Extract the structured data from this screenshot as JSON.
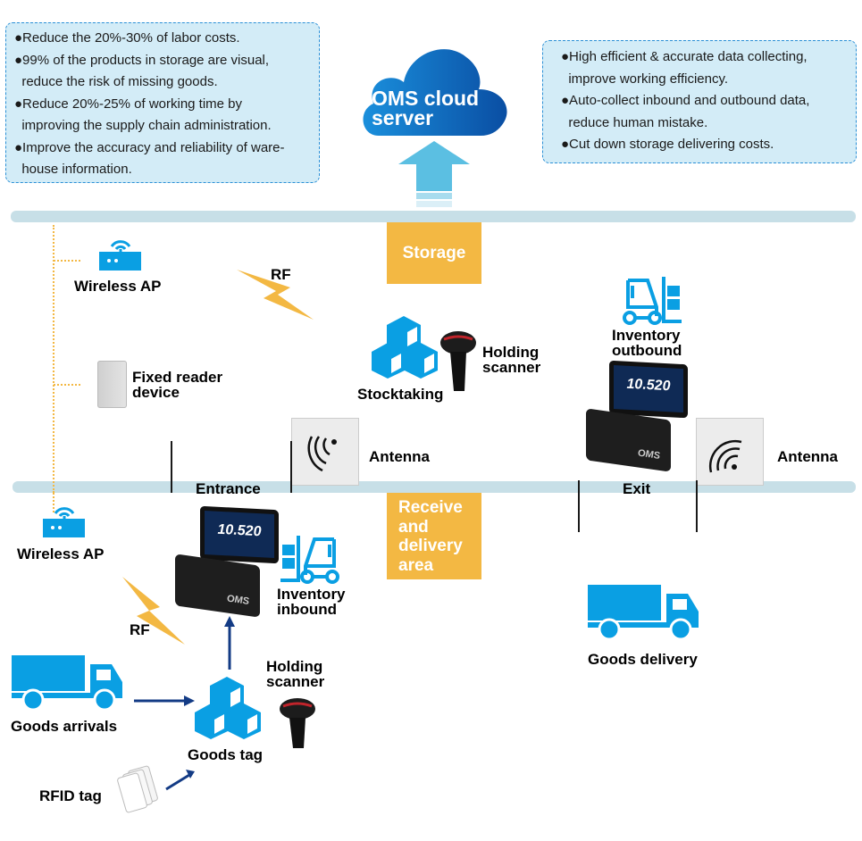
{
  "left_note": {
    "items": [
      "●Reduce the 20%-30% of labor costs.",
      "●99% of the products in storage are visual,",
      "  reduce the risk of missing goods.",
      "●Reduce 20%-25% of working time by",
      "  improving the supply chain administration.",
      "●Improve the accuracy and reliability of ware-",
      "  house information."
    ]
  },
  "right_note": {
    "items": [
      "●High efficient & accurate data collecting,",
      "  improve working efficiency.",
      "●Auto-collect inbound and outbound data,",
      "  reduce human mistake.",
      "●Cut down storage delivering costs."
    ]
  },
  "cloud": {
    "line1": "OMS cloud",
    "line2": "server"
  },
  "zones": {
    "storage": "Storage",
    "receive": [
      "Receive",
      "and",
      "delivery",
      "area"
    ]
  },
  "labels": {
    "wireless_ap_top": "Wireless AP",
    "rf_top": "RF",
    "fixed_reader": [
      "Fixed reader",
      "device"
    ],
    "stocktaking": "Stocktaking",
    "holding_scanner_top": [
      "Holding",
      "scanner"
    ],
    "inventory_outbound": [
      "Inventory",
      "outbound"
    ],
    "antenna_left": "Antenna",
    "antenna_right": "Antenna",
    "entrance": "Entrance",
    "exit": "Exit",
    "wireless_ap_bottom": "Wireless AP",
    "rf_bottom": "RF",
    "inventory_inbound": [
      "Inventory",
      "inbound"
    ],
    "goods_delivery": "Goods delivery",
    "holding_scanner_bottom": [
      "Holding",
      "scanner"
    ],
    "goods_arrivals": "Goods arrivals",
    "goods_tag": "Goods tag",
    "rfid_tag": "RFID tag"
  },
  "device": {
    "reading": "10.520",
    "brand": "OMS"
  },
  "colors": {
    "icon_blue": "#0a9fe3",
    "accent_orange": "#f3b843",
    "band": "#c7dfe7",
    "arrow_navy": "#133b85",
    "note_bg": "#d3ecf7",
    "note_border": "#2a8fd6"
  }
}
